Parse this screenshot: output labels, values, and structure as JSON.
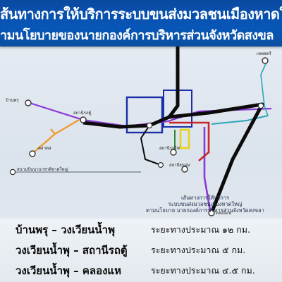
{
  "header": {
    "line1": "ส้นทางการให้บริการระบบขนส่งมวลชนเมืองหาดใหญ่",
    "line2": "ามนโยบายของนายกองค์การบริหารส่วนจังหวัดสงขล"
  },
  "stations": [
    {
      "key": "top-right",
      "label": "เทพสตรี"
    },
    {
      "key": "left-mid",
      "label": "บ้านพรุ"
    },
    {
      "key": "center-left",
      "label": "สถานีรถตู้"
    },
    {
      "key": "left-low",
      "label": "ตลาดส"
    },
    {
      "key": "center-low",
      "label": "สถานีรถไฟ"
    },
    {
      "key": "bottom-left",
      "label": "สนามบินนานาชาติหาดใหญ่"
    },
    {
      "key": "center-right",
      "label": "สถานีขนส่ง"
    },
    {
      "key": "right-mid",
      "label": "คลองแห"
    }
  ],
  "legend": {
    "line1": "เส้นทางการให้บริการ",
    "line2": "ระบบขนส่งมวลชนเมืองหาดใหญ่",
    "line3": "ตามนโยบาย นายกองค์การบริหารส่วนจังหวัดสงขลา"
  },
  "routes": [
    {
      "name": "บ้านพรุ  –  วงเวียนน้ำพุ",
      "distance": "ระยะทางประมาณ  ๑๒  กม."
    },
    {
      "name": "วงเวียนน้ำพุ  –  สถานีรถตู้",
      "distance": "ระยะทางประมาณ  ๕  กม."
    },
    {
      "name": "วงเวียนน้ำพุ  –  คลองแห",
      "distance": "ระยะทางประมาณ  ๔.๕  กม."
    }
  ],
  "colors": {
    "header_bg": "#0757b8",
    "black_line": "#0b0b0b",
    "blue_line": "#1a2fa8",
    "purple_line": "#8a3ad6",
    "orange_line": "#f29a2e",
    "red_line": "#c8262a",
    "teal_line": "#2aa6b8",
    "yellow_line": "#e7d21a",
    "green_line": "#2f8a3d"
  }
}
